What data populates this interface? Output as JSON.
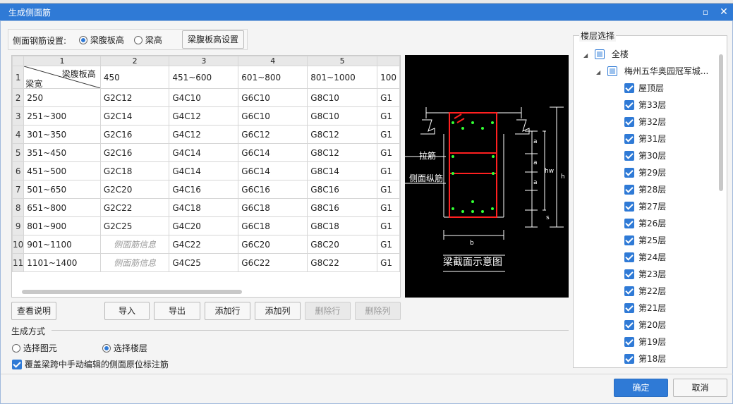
{
  "dialog": {
    "title": "生成侧面筋"
  },
  "settings": {
    "label": "侧面钢筋设置:",
    "opt1": "梁腹板高",
    "opt2": "梁高",
    "button": "梁腹板高设置"
  },
  "grid": {
    "col_headers": [
      "1",
      "2",
      "3",
      "4",
      "5"
    ],
    "corner_top": "梁腹板高",
    "corner_bottom": "梁宽",
    "header_row": [
      "450",
      "451~600",
      "601~800",
      "801~1000",
      "100"
    ],
    "rows": [
      [
        "250",
        "G2C12",
        "G4C10",
        "G6C10",
        "G8C10",
        "G1"
      ],
      [
        "251~300",
        "G2C14",
        "G4C12",
        "G6C10",
        "G8C10",
        "G1"
      ],
      [
        "301~350",
        "G2C16",
        "G4C12",
        "G6C12",
        "G8C12",
        "G1"
      ],
      [
        "351~450",
        "G2C16",
        "G4C14",
        "G6C14",
        "G8C12",
        "G1"
      ],
      [
        "451~500",
        "G2C18",
        "G4C14",
        "G6C14",
        "G8C14",
        "G1"
      ],
      [
        "501~650",
        "G2C20",
        "G4C16",
        "G6C16",
        "G8C16",
        "G1"
      ],
      [
        "651~800",
        "G2C22",
        "G4C18",
        "G6C18",
        "G8C16",
        "G1"
      ],
      [
        "801~900",
        "G2C25",
        "G4C20",
        "G6C18",
        "G8C18",
        "G1"
      ],
      [
        "901~1100",
        "侧面筋信息",
        "G4C22",
        "G6C20",
        "G8C20",
        "G1"
      ],
      [
        "1101~1400",
        "侧面筋信息",
        "G4C25",
        "G6C22",
        "G8C22",
        "G1"
      ]
    ],
    "row_numbers": [
      "1",
      "2",
      "3",
      "4",
      "5",
      "6",
      "7",
      "8",
      "9",
      "10",
      "11"
    ]
  },
  "diagram": {
    "tie_label": "拉筋",
    "side_label": "侧面纵筋",
    "caption": "梁截面示意图",
    "a": "a",
    "hw": "hw",
    "h": "h",
    "s": "s",
    "b": "b"
  },
  "buttons": {
    "help": "查看说明",
    "import": "导入",
    "export": "导出",
    "add_row": "添加行",
    "add_col": "添加列",
    "del_row": "删除行",
    "del_col": "删除列"
  },
  "method": {
    "title": "生成方式",
    "opt1": "选择图元",
    "opt2": "选择楼层",
    "overwrite": "覆盖梁跨中手动编辑的侧面原位标注筋"
  },
  "floors": {
    "title": "楼层选择",
    "all": "全楼",
    "project": "梅州五华奥园冠军城...",
    "items": [
      "屋顶层",
      "第33层",
      "第32层",
      "第31层",
      "第30层",
      "第29层",
      "第28层",
      "第27层",
      "第26层",
      "第25层",
      "第24层",
      "第23层",
      "第22层",
      "第21层",
      "第20层",
      "第19层",
      "第18层"
    ]
  },
  "footer": {
    "ok": "确定",
    "cancel": "取消"
  }
}
